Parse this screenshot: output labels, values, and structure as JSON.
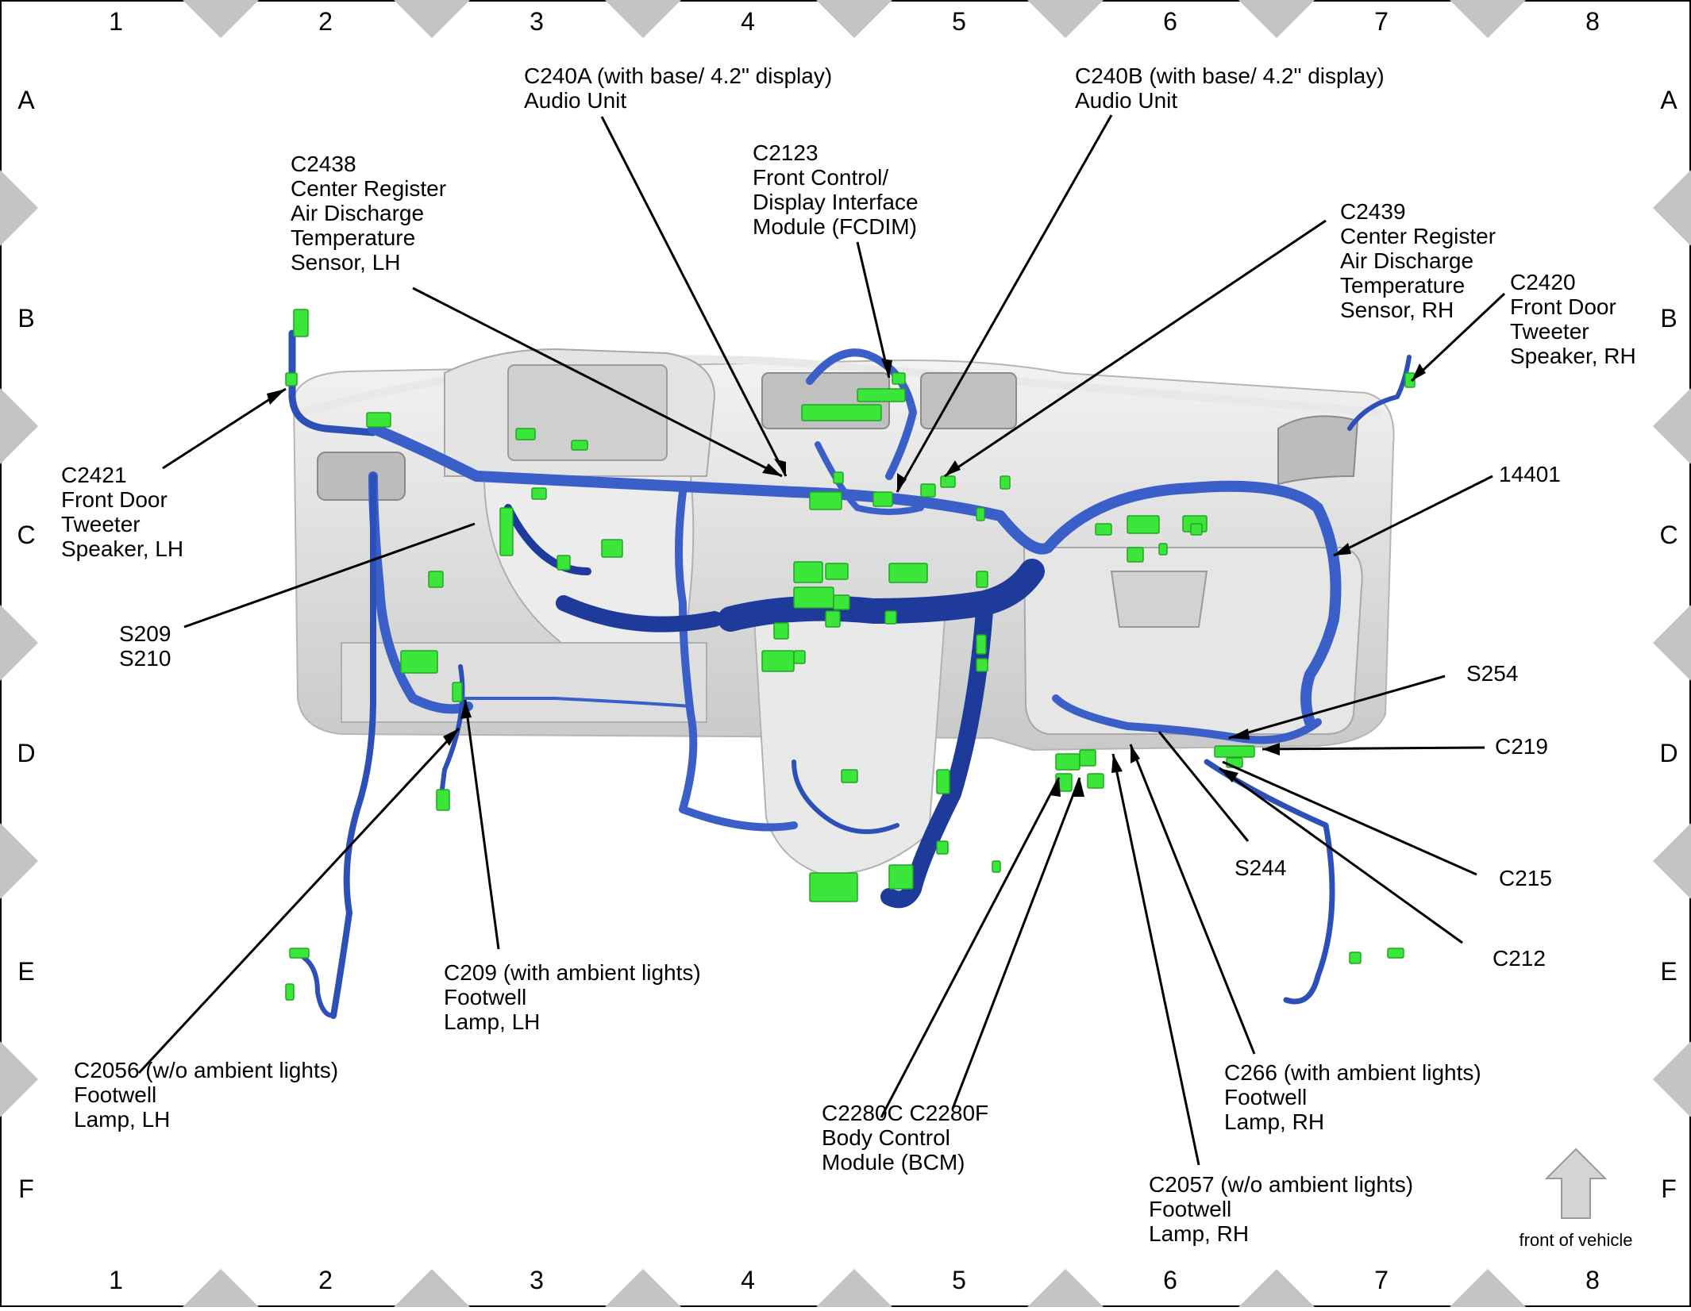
{
  "grid": {
    "columns": [
      "1",
      "2",
      "3",
      "4",
      "5",
      "6",
      "7",
      "8"
    ],
    "rows": [
      "A",
      "B",
      "C",
      "D",
      "E",
      "F"
    ]
  },
  "callouts": [
    {
      "id": "c240a",
      "lines": [
        "C240A (with base/ 4.2\" display)",
        "Audio Unit"
      ]
    },
    {
      "id": "c240b",
      "lines": [
        "C240B (with base/ 4.2\" display)",
        "Audio Unit"
      ]
    },
    {
      "id": "c2123",
      "lines": [
        "C2123",
        "Front Control/",
        "Display Interface",
        "Module (FCDIM)"
      ]
    },
    {
      "id": "c2438",
      "lines": [
        "C2438",
        "Center Register",
        "Air Discharge",
        "Temperature",
        "Sensor, LH"
      ]
    },
    {
      "id": "c2439",
      "lines": [
        "C2439",
        "Center Register",
        "Air Discharge",
        "Temperature",
        "Sensor, RH"
      ]
    },
    {
      "id": "c2420",
      "lines": [
        "C2420",
        "Front Door",
        "Tweeter",
        "Speaker, RH"
      ]
    },
    {
      "id": "c2421",
      "lines": [
        "C2421",
        "Front Door",
        "Tweeter",
        "Speaker, LH"
      ]
    },
    {
      "id": "h14401",
      "lines": [
        "14401"
      ]
    },
    {
      "id": "s209",
      "lines": [
        "S209",
        "S210"
      ]
    },
    {
      "id": "s254",
      "lines": [
        "S254"
      ]
    },
    {
      "id": "c219",
      "lines": [
        "C219"
      ]
    },
    {
      "id": "s244",
      "lines": [
        "S244"
      ]
    },
    {
      "id": "c215",
      "lines": [
        "C215"
      ]
    },
    {
      "id": "c212",
      "lines": [
        "C212"
      ]
    },
    {
      "id": "c209",
      "lines": [
        "C209 (with ambient lights)",
        "Footwell",
        "Lamp, LH"
      ]
    },
    {
      "id": "c2056",
      "lines": [
        "C2056 (w/o ambient lights)",
        "Footwell",
        "Lamp, LH"
      ]
    },
    {
      "id": "c2280",
      "lines": [
        "C2280C C2280F",
        "Body Control",
        "Module (BCM)"
      ]
    },
    {
      "id": "c266",
      "lines": [
        "C266 (with ambient lights)",
        "Footwell",
        "Lamp, RH"
      ]
    },
    {
      "id": "c2057",
      "lines": [
        "C2057 (w/o ambient lights)",
        "Footwell",
        "Lamp, RH"
      ]
    }
  ],
  "orientation": {
    "label": "front of vehicle"
  },
  "colors": {
    "harness": "#3a5fc8",
    "harness_dark": "#1e3a9a",
    "connector": "#39e639",
    "dash": "#d6d6d6",
    "border_diamond": "#c4c4c4"
  }
}
